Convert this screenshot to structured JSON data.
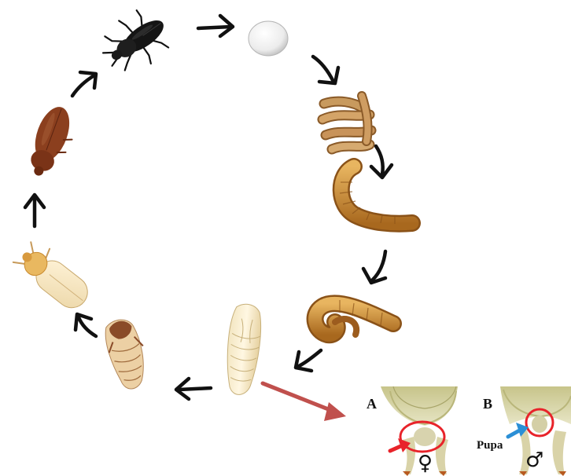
{
  "panels": {
    "a_label": "A",
    "b_label": "B",
    "pupa_label": "Pupa",
    "female_symbol": "♀",
    "male_symbol": "♂"
  },
  "stages": [
    {
      "name": "adult-beetle-black"
    },
    {
      "name": "egg"
    },
    {
      "name": "young-larvae-cluster"
    },
    {
      "name": "larva-curved"
    },
    {
      "name": "larva-curled"
    },
    {
      "name": "pupa"
    },
    {
      "name": "pupa-darkening"
    },
    {
      "name": "teneral-adult-pale"
    },
    {
      "name": "adult-beetle-brown"
    }
  ],
  "colors": {
    "arrow": "#111111",
    "pointer_arrow": "#c0504d",
    "female_arrow": "#e8232a",
    "male_arrow": "#2b8fd6",
    "circle": "#e8232a"
  }
}
